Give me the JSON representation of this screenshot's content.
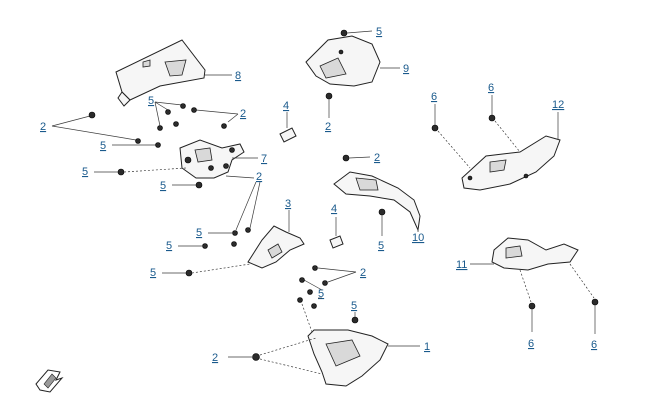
{
  "callouts": {
    "n1": "1",
    "n2": "2",
    "n3": "3",
    "n4": "4",
    "n5": "5",
    "n6": "6",
    "n7": "7",
    "n8": "8",
    "n9": "9",
    "n10": "10",
    "n11": "11",
    "n12": "12"
  },
  "colors": {
    "callout_text": "#1a5a8c",
    "line": "#3a3a3a",
    "part_fill": "#f6f6f6",
    "bolt_fill": "#2b2b2b"
  }
}
